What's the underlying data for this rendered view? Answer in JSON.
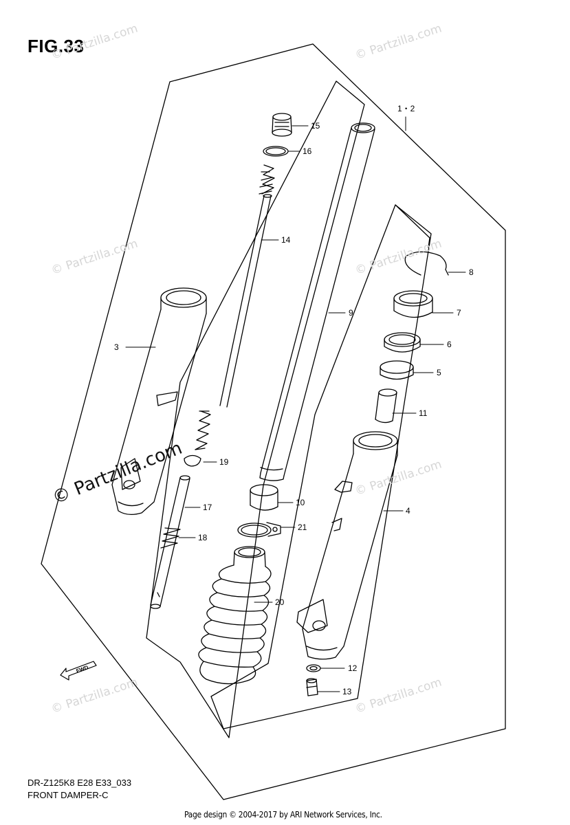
{
  "figure": {
    "title": "FIG.33"
  },
  "watermark": {
    "text": "© Partzilla.com",
    "emphasis_text": "© Partzilla.com"
  },
  "labels": {
    "l1_2": "1・2",
    "l3": "3",
    "l4": "4",
    "l5": "5",
    "l6": "6",
    "l7": "7",
    "l8": "8",
    "l9": "9",
    "l10": "10",
    "l11": "11",
    "l12": "12",
    "l13": "13",
    "l14": "14",
    "l15": "15",
    "l16": "16",
    "l17": "17",
    "l18": "18",
    "l19": "19",
    "l20": "20",
    "l21": "21"
  },
  "fwd_marker": {
    "text": "FWD"
  },
  "footer": {
    "model_code": "DR-Z125K8 E28 E33_033",
    "diagram_name": "FRONT DAMPER-C",
    "copyright": "Page design © 2004-2017 by ARI Network Services, Inc."
  }
}
